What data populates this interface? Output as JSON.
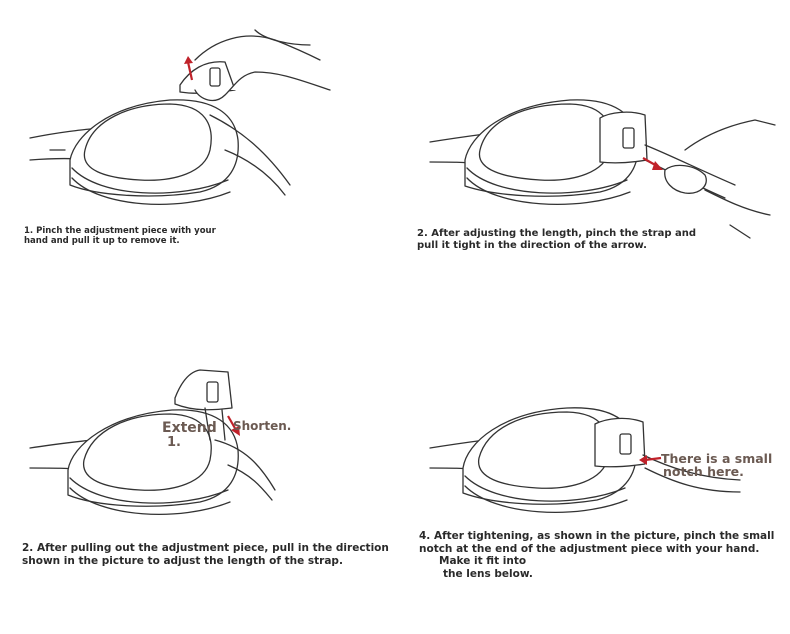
{
  "colors": {
    "arrow": "#c0222a",
    "label_text": "#6b5a52",
    "caption_text": "#2a2a2a"
  },
  "steps": [
    {
      "caption_lines": [
        "1. Pinch the adjustment piece with your",
        "hand and pull it up to remove it."
      ]
    },
    {
      "caption_lines": [
        "2. After adjusting the length, pinch the strap and",
        "pull it tight in the direction of the arrow."
      ]
    },
    {
      "caption_lines": [
        "2. After pulling out the adjustment piece, pull in the direction",
        "shown in the picture to adjust the length of the strap."
      ],
      "labels": {
        "extend": "Extend",
        "extend_num": "1.",
        "shorten": "Shorten."
      }
    },
    {
      "caption_lines": [
        "4. After tightening, as shown in the picture, pinch the small",
        "notch at the end of the adjustment piece with your hand.",
        "Make it fit into",
        "the lens below."
      ],
      "labels": {
        "notch_line1": "There is a small",
        "notch_line2": "notch here."
      }
    }
  ]
}
